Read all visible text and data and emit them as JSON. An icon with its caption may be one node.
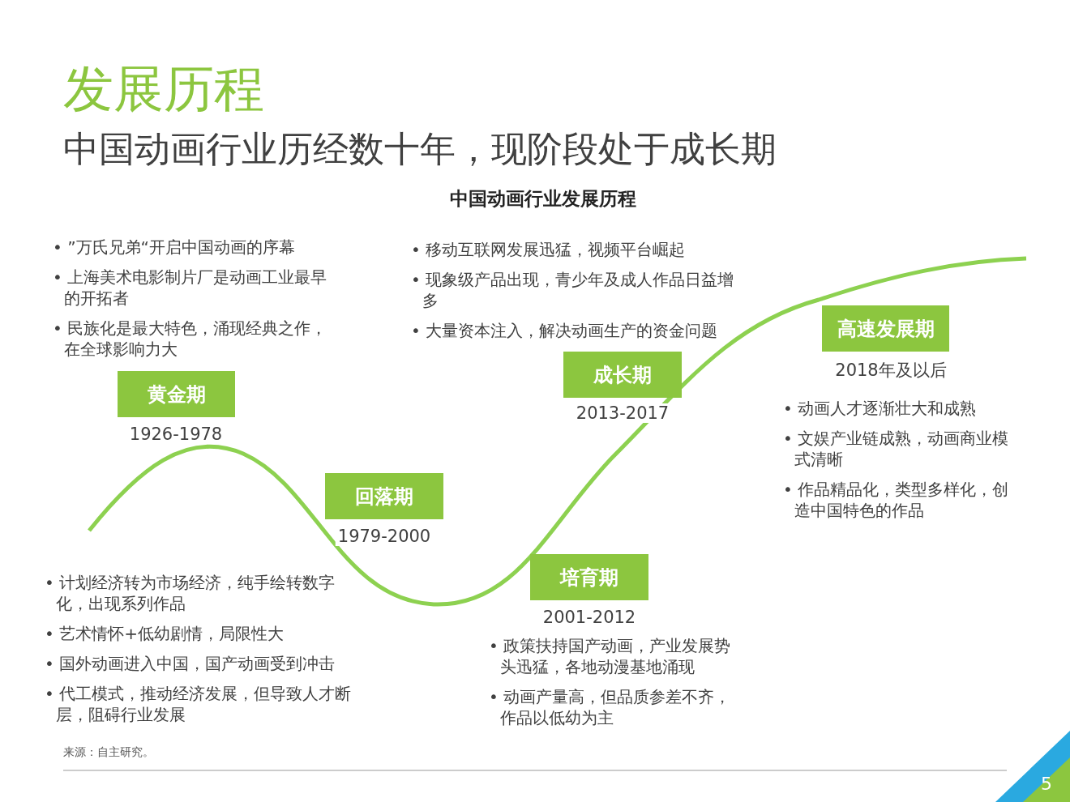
{
  "diagram": {
    "title": "发展历程",
    "nodes": [
      {
        "text": [
          "黄金期"
        ],
        "beside": [
          "1926-1978",
          "• ”万氏兄弟“开启中国动画的序幕",
          "• 上海美术电影制片厂是动画工业最早的开拓者",
          "• 民族化是最大特色，涌现经典之作，在全球影响力大"
        ]
      },
      {
        "text": [
          "回落期"
        ],
        "beside": [
          "1979-2000",
          "• 计划经济转为市场经济，纯手绘转数字化，出现系列作品",
          "• 艺术情怀+低幼剧情，局限性大",
          "• 国外动画进入中国，国产动画受到冲击",
          "• 代工模式，推动经济发展，但导致人才断层，阻碍行业发展"
        ]
      },
      {
        "text": [
          "培育期"
        ],
        "beside": [
          "2001-2012",
          "• 政策扶持国产动画，产业发展势头迅猛，各地动漫基地涌现",
          "• 动画产量高，但品质参差不齐，作品以低幼为主"
        ]
      },
      {
        "text": [
          "成长期"
        ],
        "beside": [
          "2013-2017",
          "• 移动互联网发展迅猛，视频平台崛起",
          "• 现象级产品出现，青少年及成人作品日益增多",
          "• 大量资本注入，解决动画生产的资金问题"
        ]
      },
      {
        "text": [
          "高速发展期"
        ],
        "beside": [
          "2018年及以后",
          "• 动画人才逐渐壮大和成熟",
          "• 文娱产业链成熟，动画商业模式清晰",
          "• 作品精品化，类型多样化，创造中国特色的作品"
        ]
      }
    ],
    "labels": [
      "中国动画行业历经数十年，现阶段处于成长期",
      "中国动画行业发展历程",
      "来源：自主研究。",
      "5"
    ]
  }
}
